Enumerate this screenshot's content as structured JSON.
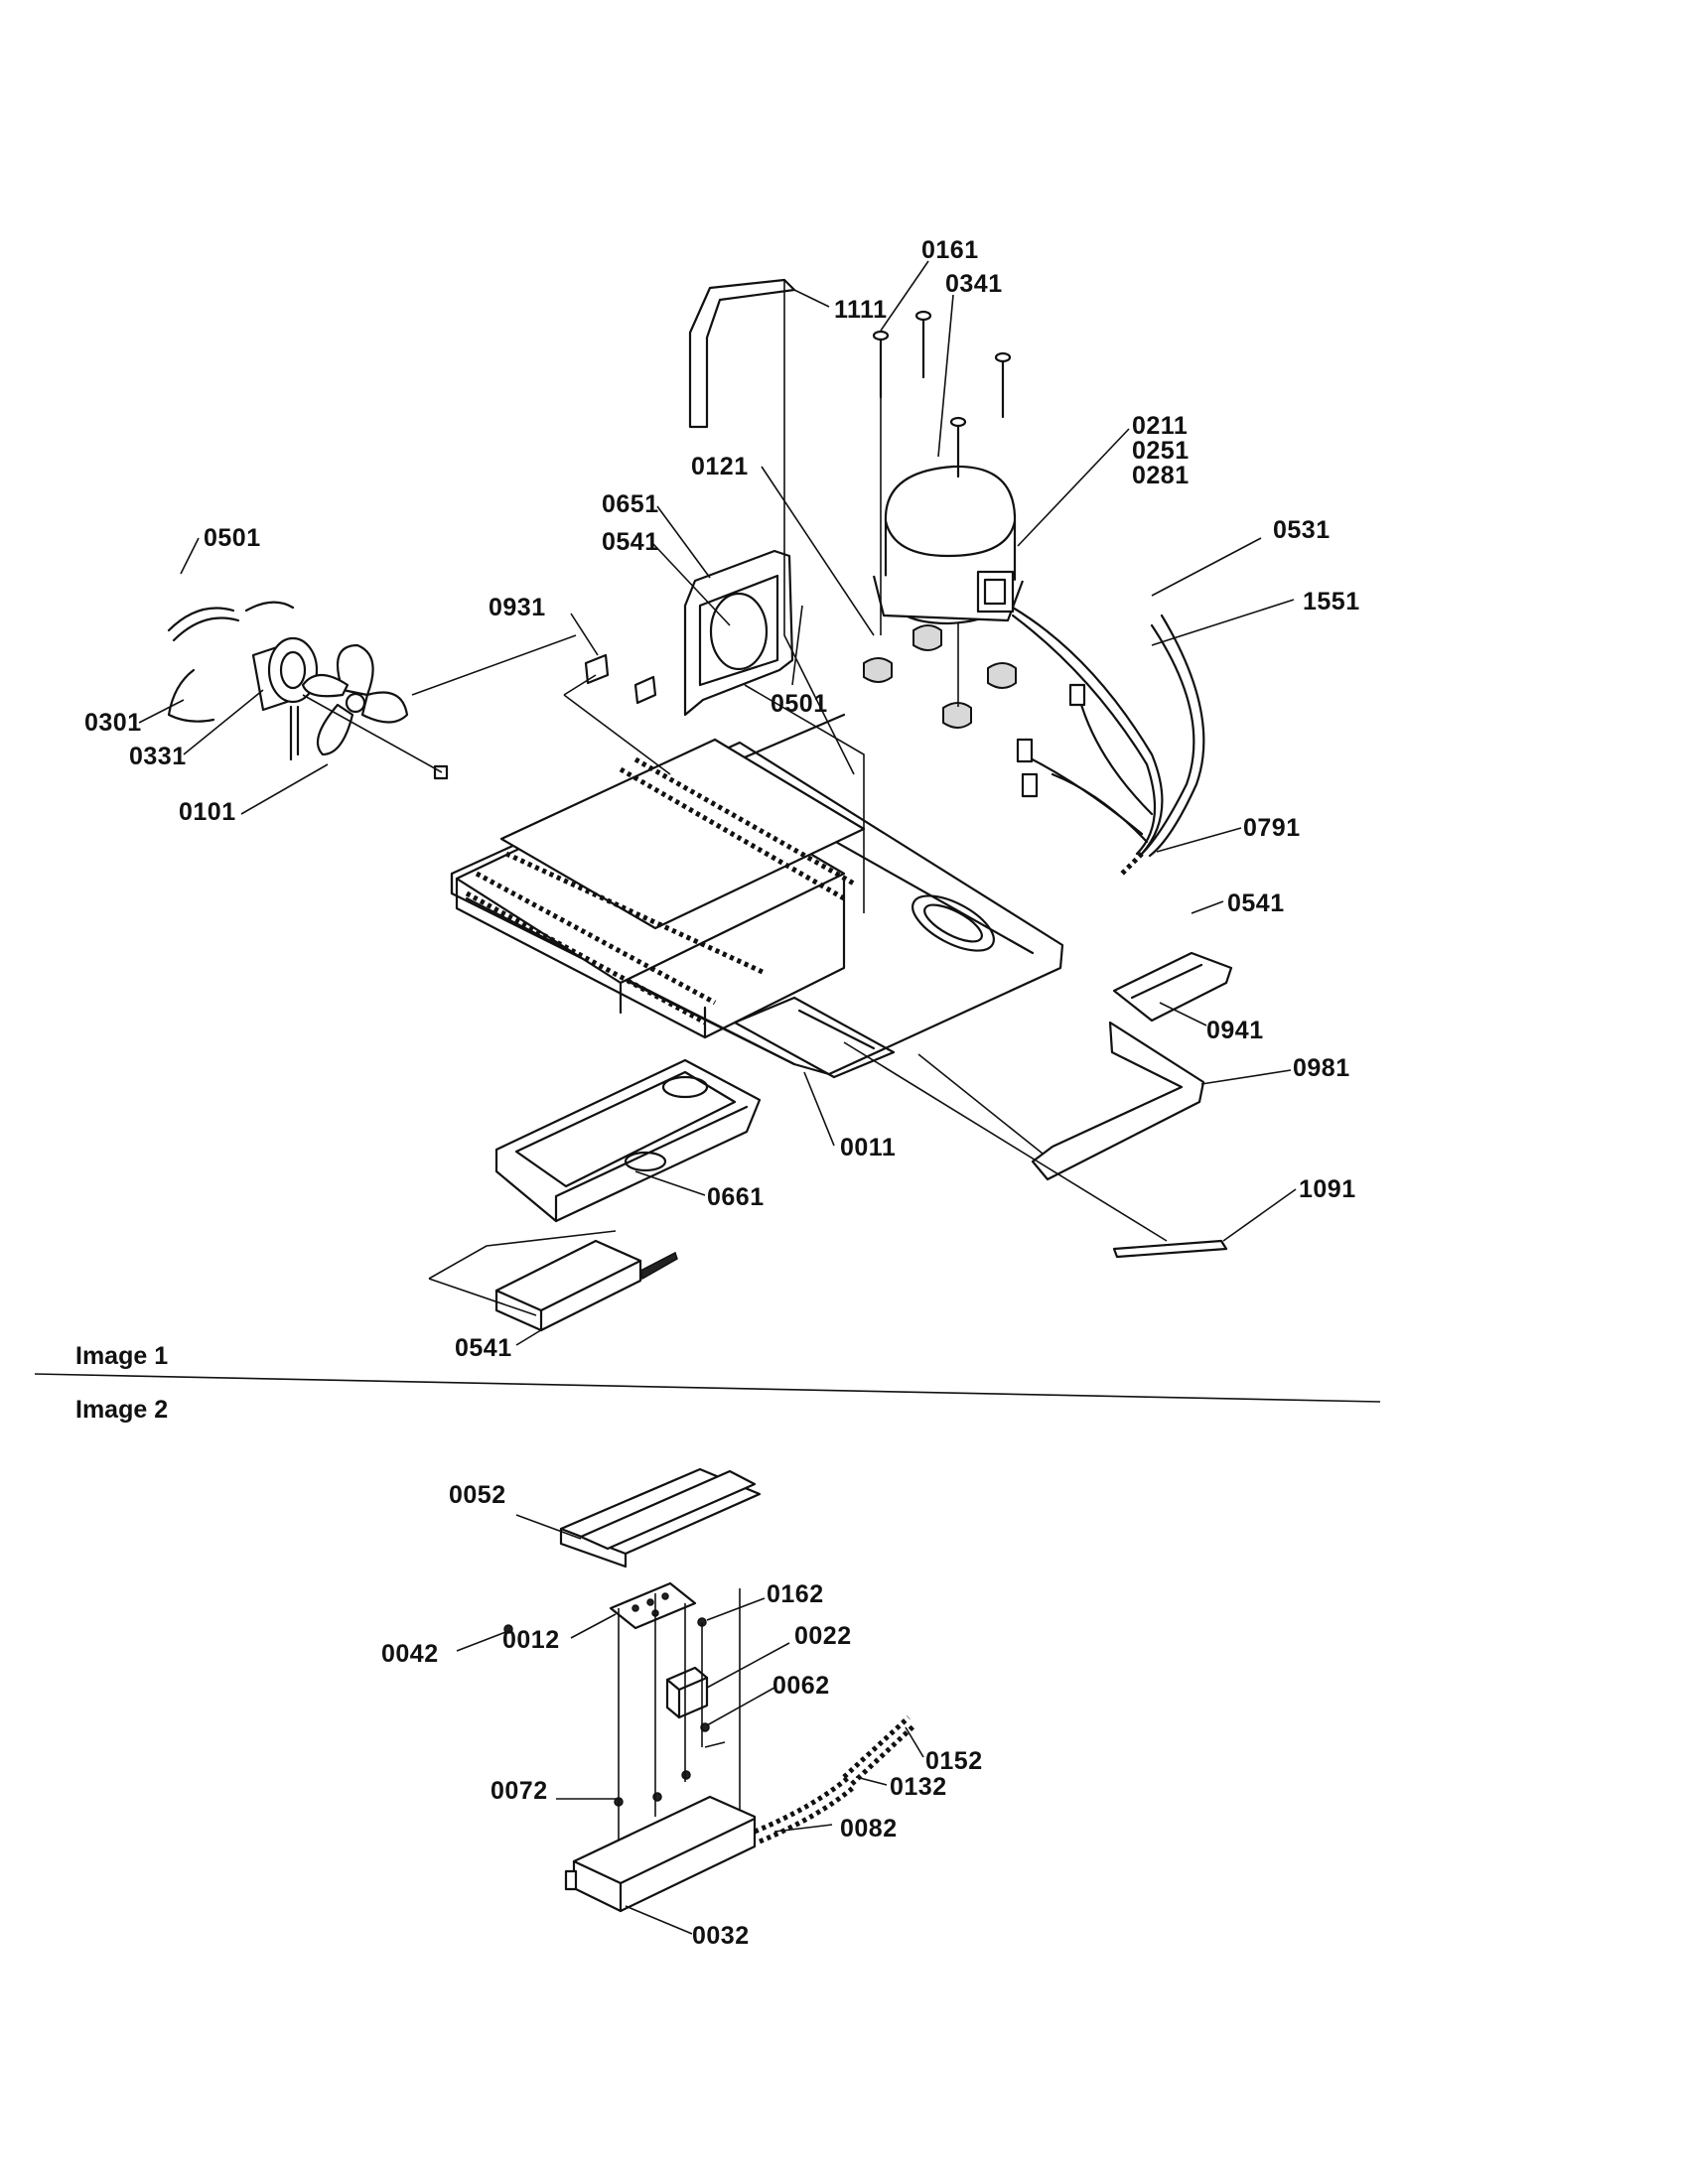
{
  "sections": [
    {
      "label": "Image 1"
    },
    {
      "label": "Image 2"
    }
  ],
  "parts_image1": [
    "0161",
    "0341",
    "1111",
    "0211",
    "0251",
    "0281",
    "0121",
    "0651",
    "0541",
    "0501",
    "0531",
    "1551",
    "0931",
    "0501",
    "0301",
    "0331",
    "0101",
    "0791",
    "0541",
    "0941",
    "0981",
    "0011",
    "0661",
    "1091",
    "0541"
  ],
  "parts_image2": [
    "0052",
    "0162",
    "0042",
    "0012",
    "0022",
    "0062",
    "0152",
    "0072",
    "0132",
    "0082",
    "0032"
  ]
}
